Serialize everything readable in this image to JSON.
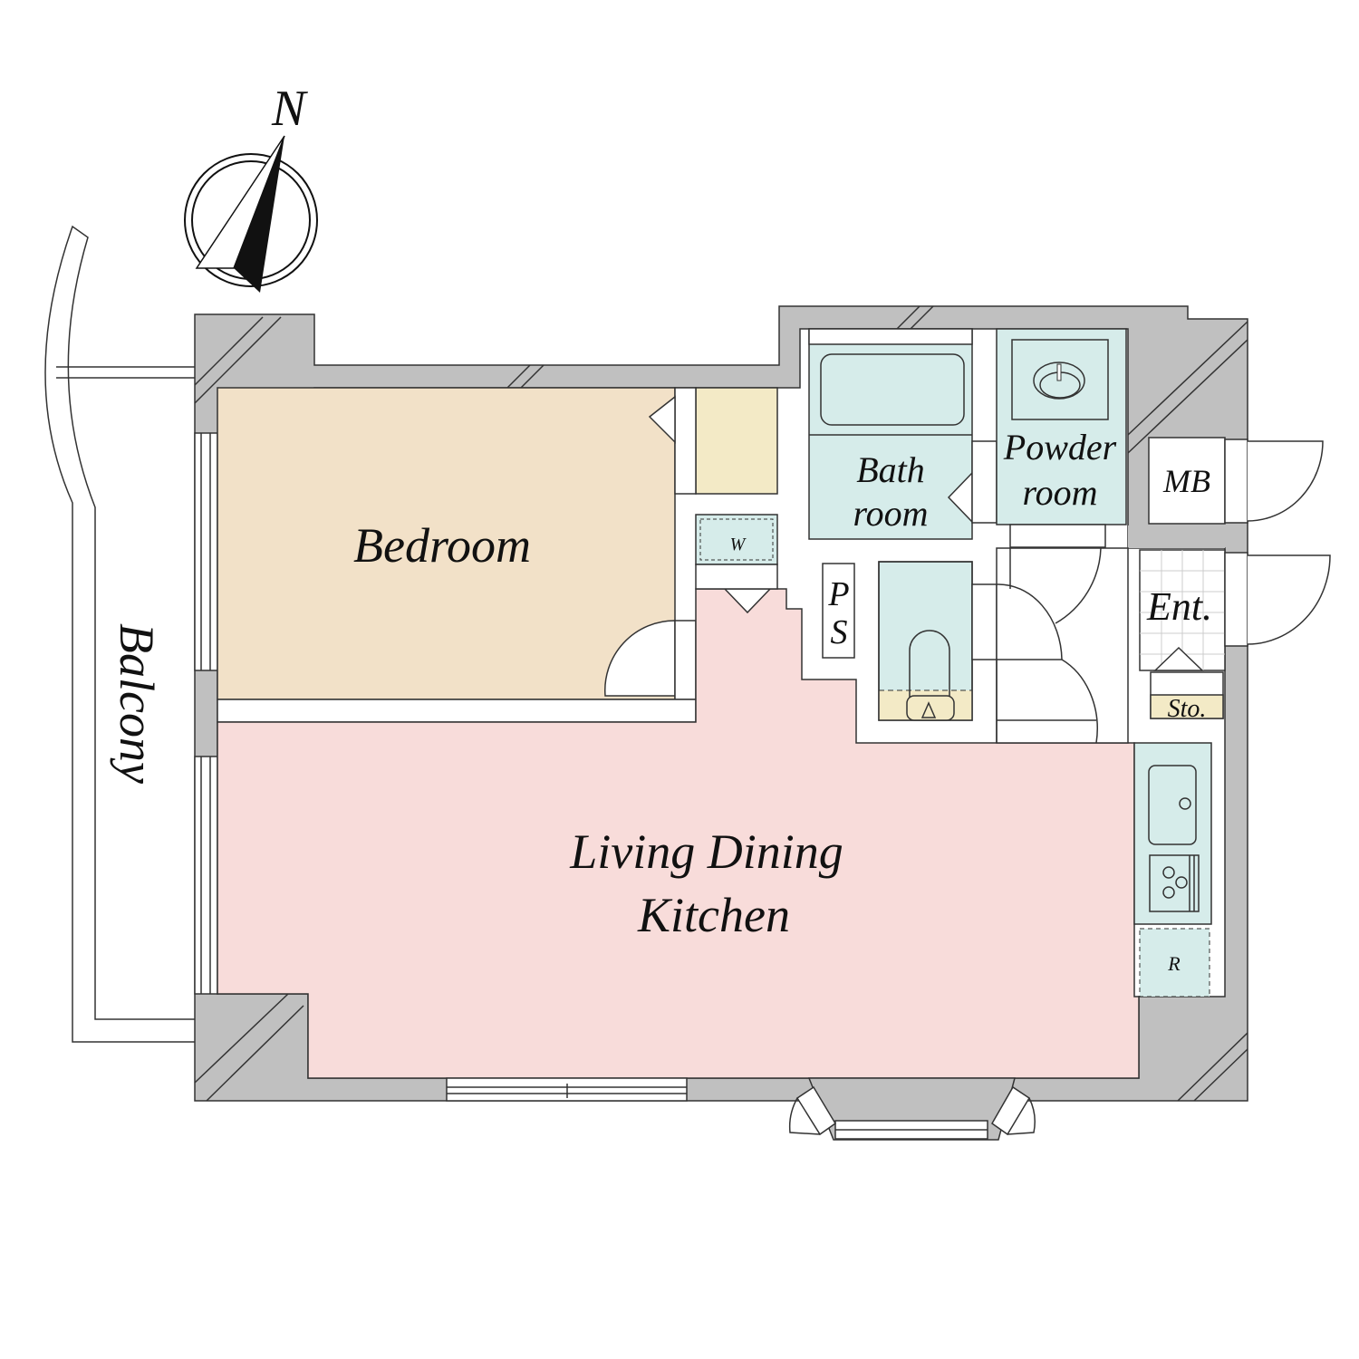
{
  "compass": {
    "north_label": "N"
  },
  "rooms": {
    "bedroom": "Bedroom",
    "ldk_line1": "Living Dining",
    "ldk_line2": "Kitchen",
    "bath_line1": "Bath",
    "bath_line2": "room",
    "powder_line1": "Powder",
    "powder_line2": "room",
    "mb": "MB",
    "entrance": "Ent.",
    "storage": "Sto.",
    "ps_line1": "P",
    "ps_line2": "S",
    "washer": "W",
    "refrigerator": "R",
    "balcony": "Balcony"
  },
  "colors": {
    "wall": "#c0c0c0",
    "bedroom": "#f2e1c8",
    "ldk": "#f8dcda",
    "wet": "#d6ecea",
    "closet": "#f3eac6"
  }
}
